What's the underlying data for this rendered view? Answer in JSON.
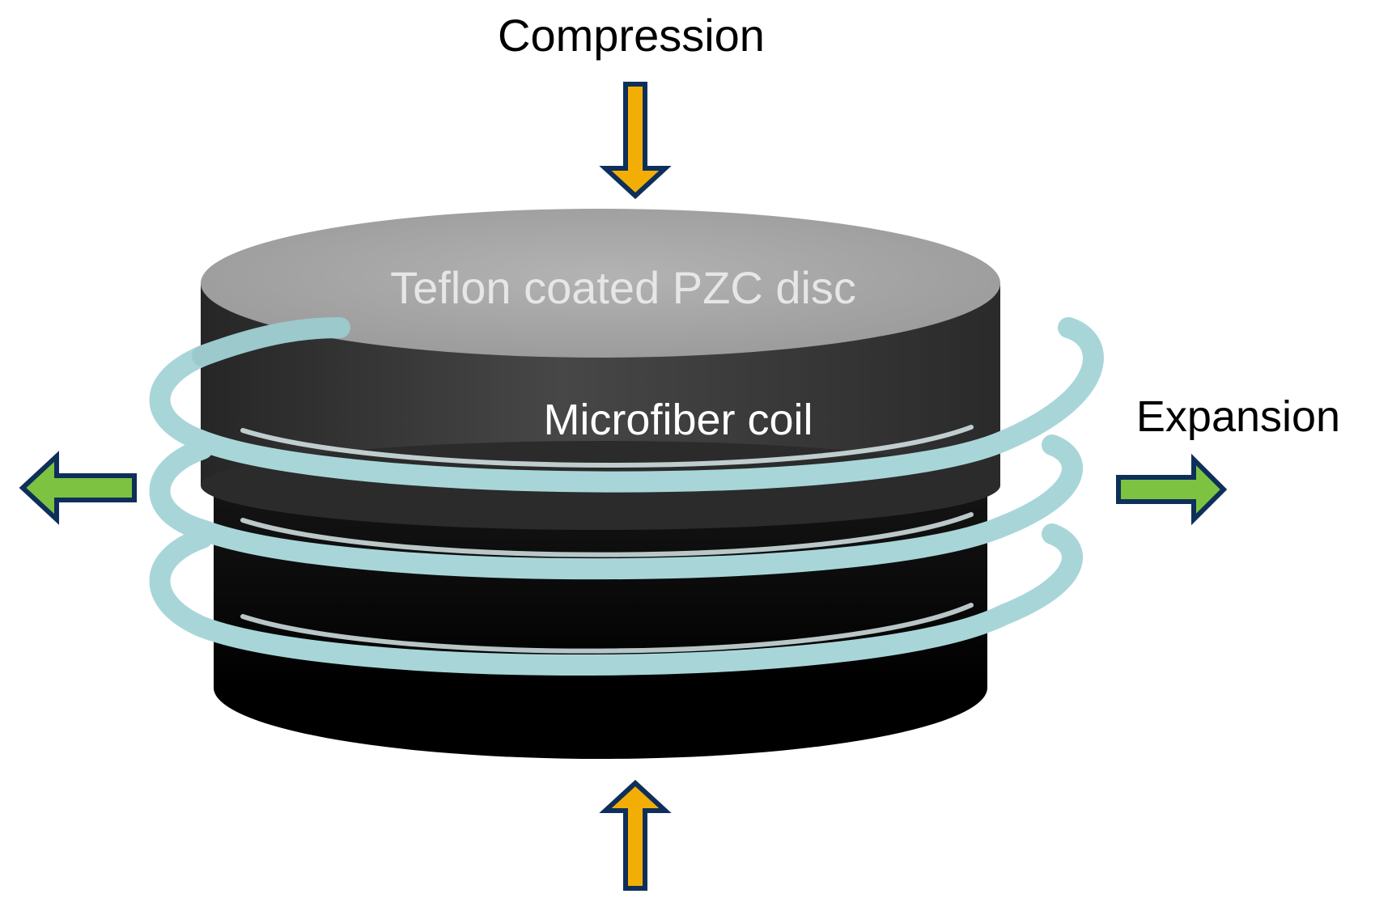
{
  "labels": {
    "compression": "Compression",
    "expansion": "Expansion",
    "disc": "Teflon coated PZC disc",
    "coil": "Microfiber coil"
  },
  "colors": {
    "compression_arrow_fill": "#F3AE06",
    "expansion_arrow_fill": "#7DC241",
    "arrow_outline": "#0E2F5A",
    "coil": "#A8D6D8",
    "disc_top": "#A7A7A7",
    "disc_side": "#3A3A3A",
    "disc_body": "#0B0B0B"
  }
}
